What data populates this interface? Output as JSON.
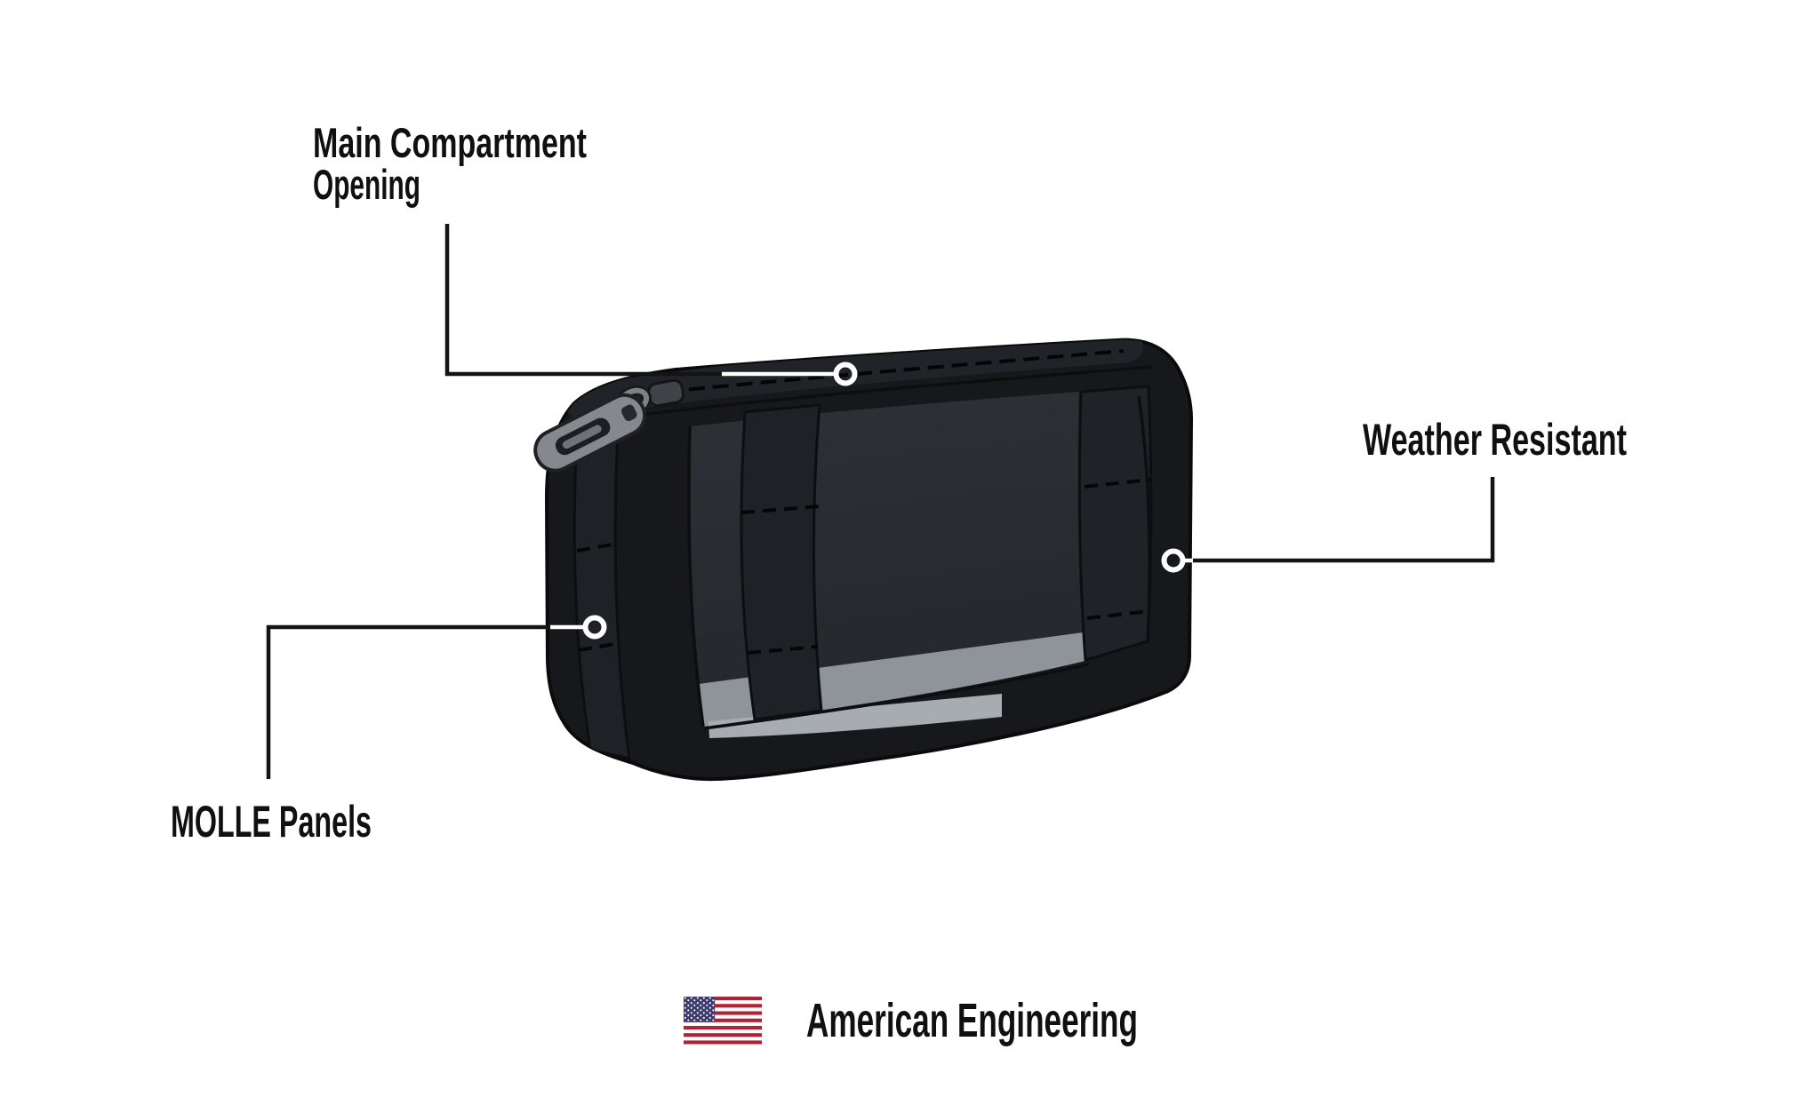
{
  "canvas": {
    "background": "#ffffff"
  },
  "labels": {
    "main_compartment": {
      "line1": "Main Compartment",
      "line2": "Opening"
    },
    "weather_resistant": "Weather Resistant",
    "molle_panels": "MOLLE Panels"
  },
  "footer": {
    "tagline": "American Engineering",
    "flag_icon": "us-flag"
  },
  "illustration": {
    "subject": "black-molle-pouch-diagram"
  },
  "colors": {
    "background": "#ffffff",
    "label_text": "#101010",
    "callout_line": "#141414",
    "marker_ring": "#ffffff",
    "bag_body": "#16181b",
    "bag_outline": "#0b0b0c",
    "zipper_band": "#202327",
    "window_interior": "#2a2e33",
    "window_floor": "#8e949a",
    "floor_highlight": "#a7acb1",
    "strap": "#1f2327",
    "zipper_pull": "#85898d",
    "flag_red": "#b22234",
    "flag_white": "#ffffff",
    "flag_blue": "#3c3b6e"
  }
}
